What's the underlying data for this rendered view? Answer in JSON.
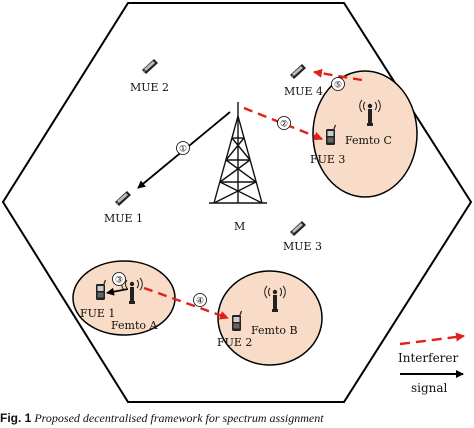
{
  "diagram": {
    "macro_bs": {
      "label": "M"
    },
    "mues": [
      {
        "id": "mue1",
        "label": "MUE 1"
      },
      {
        "id": "mue2",
        "label": "MUE 2"
      },
      {
        "id": "mue3",
        "label": "MUE 3"
      },
      {
        "id": "mue4",
        "label": "MUE 4"
      }
    ],
    "femtocells": [
      {
        "id": "femto-a",
        "label": "Femto A",
        "fue": "FUE 1"
      },
      {
        "id": "femto-b",
        "label": "Femto B",
        "fue": "FUE 2"
      },
      {
        "id": "femto-c",
        "label": "Femto C",
        "fue": "FUE 3"
      }
    ],
    "links": [
      {
        "number": "①",
        "type": "signal",
        "from": "M",
        "to": "MUE 1"
      },
      {
        "number": "②",
        "type": "interferer",
        "from": "M",
        "to": "FUE 3"
      },
      {
        "number": "③",
        "type": "signal",
        "from": "Femto A",
        "to": "FUE 1"
      },
      {
        "number": "④",
        "type": "interferer",
        "from": "Femto A",
        "to": "FUE 2"
      },
      {
        "number": "⑤",
        "type": "interferer",
        "from": "Femto C",
        "to": "MUE 4"
      }
    ],
    "legend": {
      "interferer": "Interferer",
      "signal": "signal",
      "interferer_color": "#e0201b",
      "signal_color": "#000000"
    }
  },
  "caption": {
    "figure_number": "Fig. 1",
    "text": "Proposed decentralised framework for spectrum assignment"
  }
}
